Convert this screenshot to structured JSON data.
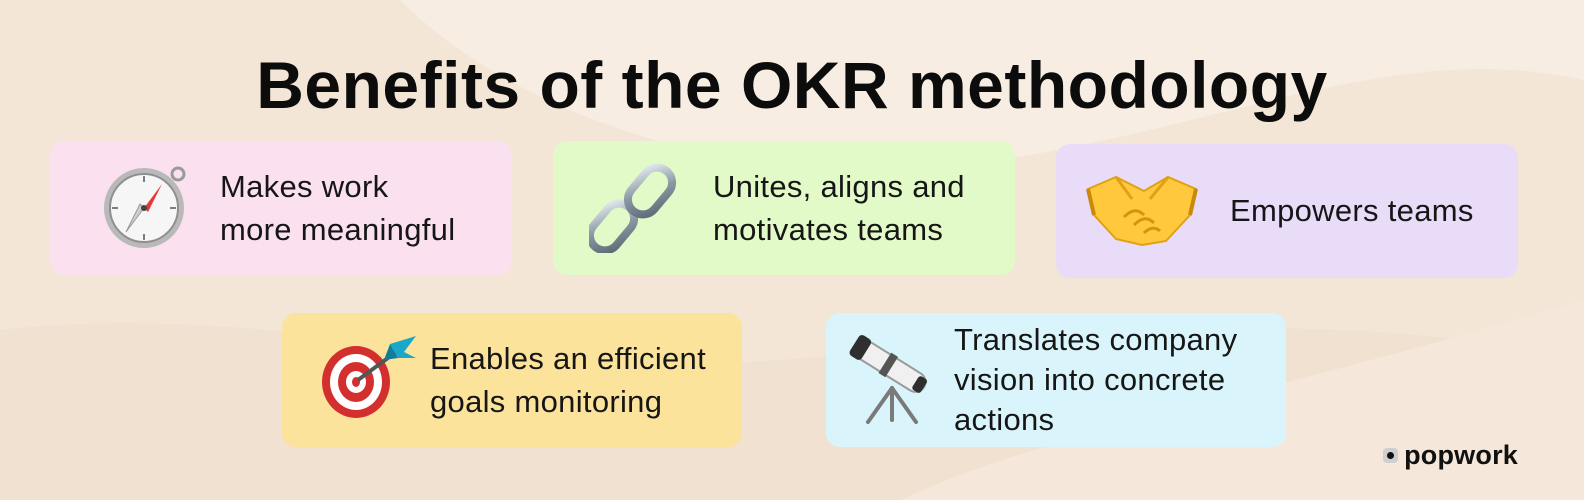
{
  "title": "Benefits of the OKR methodology",
  "cards": [
    {
      "icon": "compass-icon",
      "lines": [
        "Makes work",
        "more meaningful"
      ],
      "color": "#fbe1ef"
    },
    {
      "icon": "link-icon",
      "lines": [
        "Unites, aligns and",
        "motivates teams"
      ],
      "color": "#e2f9c8"
    },
    {
      "icon": "handshake-icon",
      "lines": [
        "Empowers teams"
      ],
      "color": "#e9dcf8"
    },
    {
      "icon": "target-dart-icon",
      "lines": [
        "Enables an efficient",
        "goals monitoring"
      ],
      "color": "#fbe39c"
    },
    {
      "icon": "telescope-icon",
      "lines": [
        "Translates company",
        "vision into concrete",
        "actions"
      ],
      "color": "#d9f5fb"
    }
  ],
  "brand": {
    "name": "popwork"
  }
}
